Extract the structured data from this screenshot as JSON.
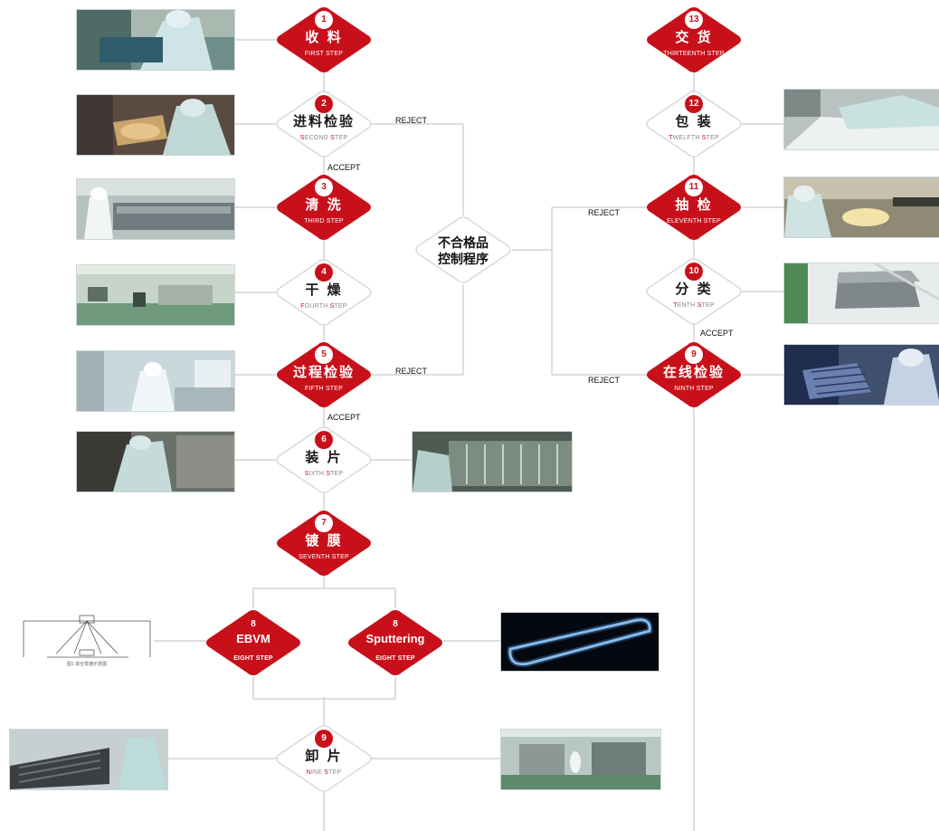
{
  "colors": {
    "accent_red": "#c8101a",
    "line_gray": "#c9c9c9",
    "outline_gray": "#d2d2d2"
  },
  "center": {
    "line1": "不合格品",
    "line2": "控制程序"
  },
  "steps": {
    "s1": {
      "num": "1",
      "title": "收 料",
      "sub": "FIRST STEP"
    },
    "s2": {
      "num": "2",
      "title": "进料检验",
      "sub_first": "S",
      "sub_rest1": "ECOND ",
      "sub_second": "S",
      "sub_rest2": "TEP"
    },
    "s3": {
      "num": "3",
      "title": "清 洗",
      "sub": "THIRD STEP"
    },
    "s4": {
      "num": "4",
      "title": "干 燥",
      "sub_first": "F",
      "sub_rest1": "OURTH ",
      "sub_second": "S",
      "sub_rest2": "TEP"
    },
    "s5": {
      "num": "5",
      "title": "过程检验",
      "sub": "FIFTH STEP"
    },
    "s6": {
      "num": "6",
      "title": "装 片",
      "sub_first": "S",
      "sub_rest1": "IXTH ",
      "sub_second": "S",
      "sub_rest2": "TEP"
    },
    "s7": {
      "num": "7",
      "title": "镀 膜",
      "sub": "SEVENTH STEP"
    },
    "s8a": {
      "num": "8",
      "title": "EBVM",
      "sub": "EIGHT STEP"
    },
    "s8b": {
      "num": "8",
      "title": "Sputtering",
      "sub": "EIGHT STEP"
    },
    "s9b": {
      "num": "9",
      "title": "卸 片",
      "sub_first": "N",
      "sub_rest1": "INE ",
      "sub_second": "S",
      "sub_rest2": "TEP"
    },
    "s9r": {
      "num": "9",
      "title": "在线检验",
      "sub": "NINTH STEP"
    },
    "s10": {
      "num": "10",
      "title": "分 类",
      "sub_first": "T",
      "sub_rest1": "ENTH ",
      "sub_second": "S",
      "sub_rest2": "TEP"
    },
    "s11": {
      "num": "11",
      "title": "抽 检",
      "sub": "ELEVENTH STEP"
    },
    "s12": {
      "num": "12",
      "title": "包 装",
      "sub_first": "T",
      "sub_rest1": "WELFTH ",
      "sub_second": "S",
      "sub_rest2": "TEP"
    },
    "s13": {
      "num": "13",
      "title": "交 货",
      "sub": "THIRTEENTH STEP"
    }
  },
  "labels": {
    "reject": "REJECT",
    "accept": "ACCEPT"
  },
  "photos": {
    "step1": "material receiving photo",
    "step2": "incoming inspection photo",
    "step3": "cleaning line photo",
    "step4": "clean room photo",
    "step5": "in-process inspection photo",
    "step6a": "loading chamber photo",
    "step6b": "loading rack photo",
    "step8a": "evaporation schematic",
    "step8a_caption": "图1 真空蒸镀示意图",
    "step8b": "sputtering plasma photo",
    "step9a": "unloading photo",
    "step9b": "production hall photo",
    "step10": "sorting table photo",
    "step11": "sampling inspection photo",
    "step12": "packaging photo",
    "step9r": "online inspection photo"
  }
}
